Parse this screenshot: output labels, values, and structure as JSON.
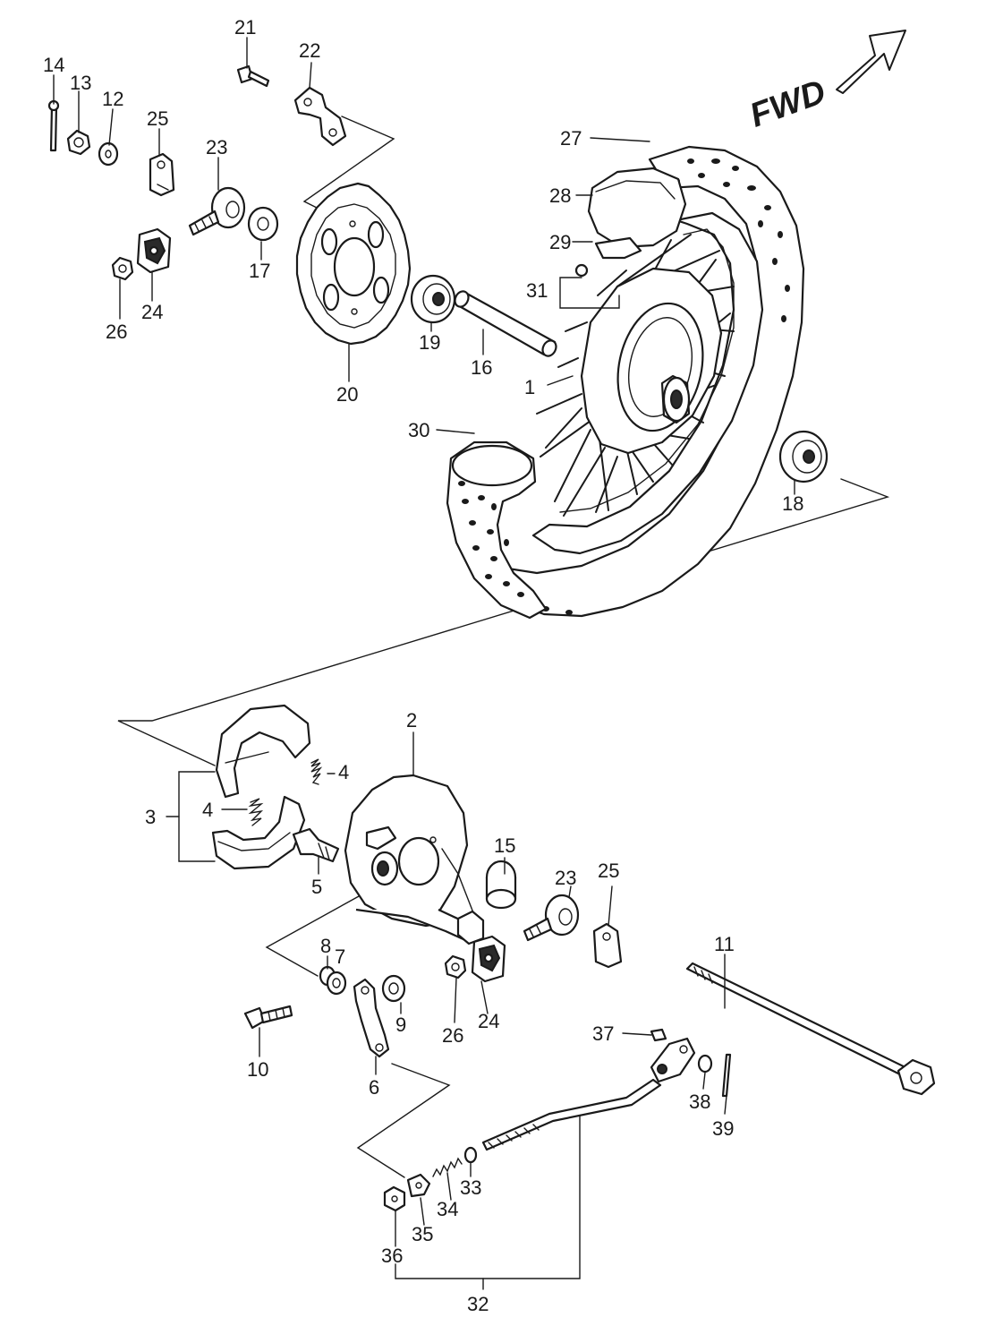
{
  "direction_label": "FWD",
  "parts": [
    {
      "id": "1",
      "label": "1"
    },
    {
      "id": "2",
      "label": "2"
    },
    {
      "id": "3",
      "label": "3"
    },
    {
      "id": "4a",
      "label": "4"
    },
    {
      "id": "4b",
      "label": "4"
    },
    {
      "id": "5",
      "label": "5"
    },
    {
      "id": "6",
      "label": "6"
    },
    {
      "id": "7",
      "label": "7"
    },
    {
      "id": "8",
      "label": "8"
    },
    {
      "id": "9",
      "label": "9"
    },
    {
      "id": "10",
      "label": "10"
    },
    {
      "id": "11",
      "label": "11"
    },
    {
      "id": "12",
      "label": "12"
    },
    {
      "id": "13",
      "label": "13"
    },
    {
      "id": "14",
      "label": "14"
    },
    {
      "id": "15",
      "label": "15"
    },
    {
      "id": "16",
      "label": "16"
    },
    {
      "id": "17",
      "label": "17"
    },
    {
      "id": "18",
      "label": "18"
    },
    {
      "id": "19",
      "label": "19"
    },
    {
      "id": "20",
      "label": "20"
    },
    {
      "id": "21",
      "label": "21"
    },
    {
      "id": "22",
      "label": "22"
    },
    {
      "id": "23a",
      "label": "23"
    },
    {
      "id": "23b",
      "label": "23"
    },
    {
      "id": "24a",
      "label": "24"
    },
    {
      "id": "24b",
      "label": "24"
    },
    {
      "id": "25a",
      "label": "25"
    },
    {
      "id": "25b",
      "label": "25"
    },
    {
      "id": "26a",
      "label": "26"
    },
    {
      "id": "26b",
      "label": "26"
    },
    {
      "id": "27",
      "label": "27"
    },
    {
      "id": "28",
      "label": "28"
    },
    {
      "id": "29",
      "label": "29"
    },
    {
      "id": "30",
      "label": "30"
    },
    {
      "id": "31",
      "label": "31"
    },
    {
      "id": "32",
      "label": "32"
    },
    {
      "id": "33",
      "label": "33"
    },
    {
      "id": "34",
      "label": "34"
    },
    {
      "id": "35",
      "label": "35"
    },
    {
      "id": "36",
      "label": "36"
    },
    {
      "id": "37",
      "label": "37"
    },
    {
      "id": "38",
      "label": "38"
    },
    {
      "id": "39",
      "label": "39"
    }
  ]
}
